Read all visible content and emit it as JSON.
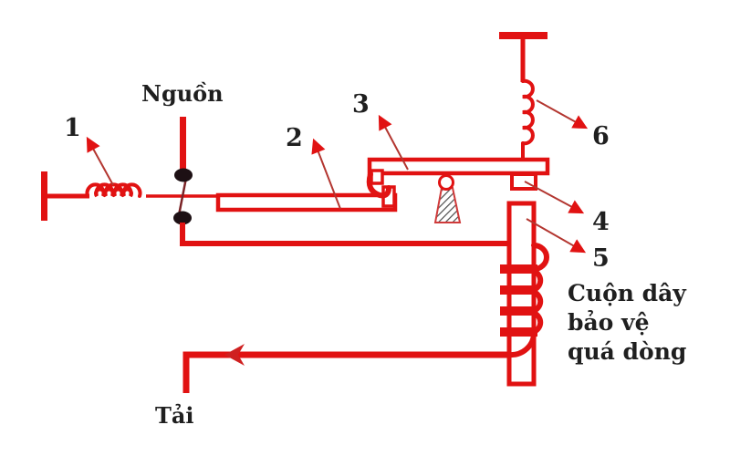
{
  "figure": {
    "source_label": "Nguồn",
    "load_label": "Tải",
    "coil_caption": [
      "Cuộn dây",
      "bảo vệ",
      "quá dòng"
    ],
    "part_numbers": [
      "1",
      "2",
      "3",
      "4",
      "5",
      "6"
    ],
    "colors": {
      "diagram_red": "#e11212",
      "callout_red": "#b33630",
      "dot_black": "#1d1014",
      "text_black": "#1f1f1f",
      "hatch_gray": "#4d4d4d"
    }
  }
}
